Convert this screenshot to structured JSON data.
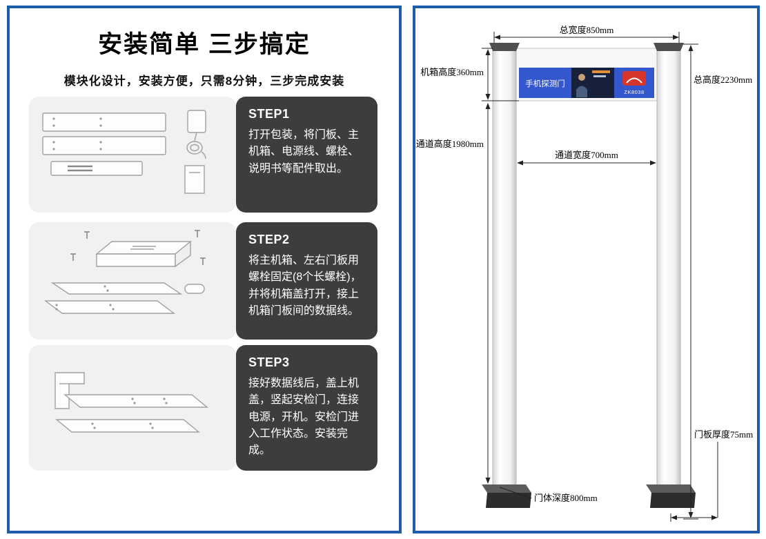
{
  "left_panel": {
    "title": "安装简单 三步搞定",
    "subtitle": "模块化设计，安装方便，只需8分钟，三步完成安装",
    "steps": [
      {
        "label": "STEP1",
        "text": "打开包装，将门板、主机箱、电源线、螺栓、说明书等配件取出。"
      },
      {
        "label": "STEP2",
        "text": "将主机箱、左右门板用螺栓固定(8个长螺栓)，并将机箱盖打开，接上机箱门板间的数据线。"
      },
      {
        "label": "STEP3",
        "text": "接好数据线后，盖上机盖，竖起安检门，连接电源，开机。安检门进入工作状态。安装完成。"
      }
    ]
  },
  "right_panel": {
    "gate_display": {
      "product_name": "手机探测门",
      "brand_model": "ZK8038"
    },
    "dimension_labels": {
      "total_width": "总宽度850mm",
      "cabinet_height": "机箱高度360mm",
      "total_height": "总高度2230mm",
      "channel_height": "通道高度1980mm",
      "channel_width": "通道宽度700mm",
      "panel_thickness": "门板厚度75mm",
      "body_depth": "门体深度800mm"
    }
  },
  "colors": {
    "border_blue": "#1c5ca9",
    "step_card_dark": "#3d3d3d",
    "step_art_gray": "#f1f1f2",
    "display_blue": "#3457cd",
    "logo_red": "#d5352b"
  }
}
